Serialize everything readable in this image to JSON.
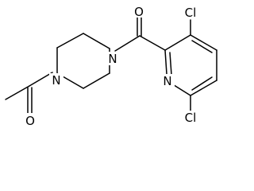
{
  "structure": {
    "atoms": {
      "carbonyl_oxygen": "O",
      "acetyl_oxygen": "O",
      "piperazine_n_right": "N",
      "piperazine_n_left": "N",
      "pyridine_n": "N",
      "chlorine_top": "Cl",
      "chlorine_bottom": "Cl"
    }
  }
}
